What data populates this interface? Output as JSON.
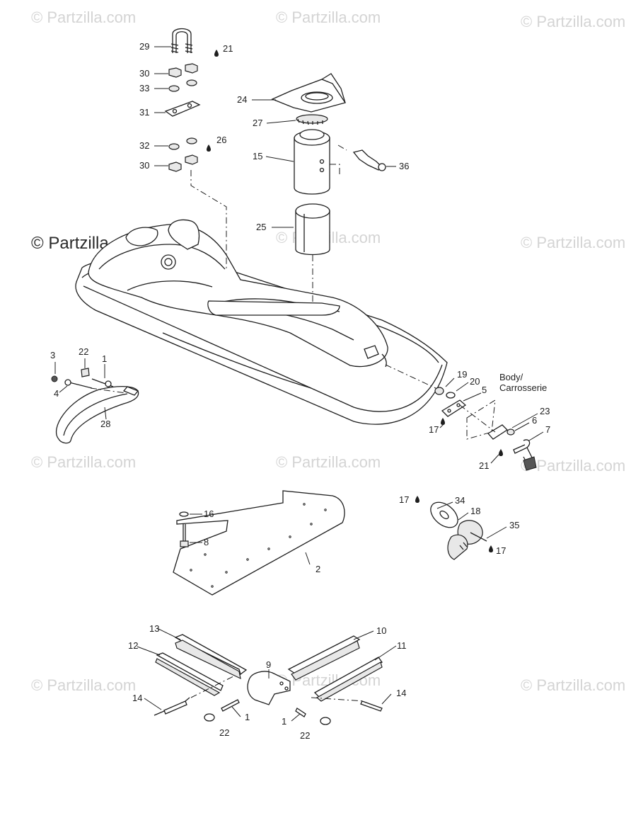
{
  "watermark": "© Partzilla.com",
  "body_label": {
    "line1": "Body/",
    "line2": "Carrosserie"
  },
  "callouts": [
    {
      "id": "c29",
      "text": "29"
    },
    {
      "id": "c21a",
      "text": "21"
    },
    {
      "id": "c30a",
      "text": "30"
    },
    {
      "id": "c33",
      "text": "33"
    },
    {
      "id": "c31",
      "text": "31"
    },
    {
      "id": "c32",
      "text": "32"
    },
    {
      "id": "c26",
      "text": "26"
    },
    {
      "id": "c30b",
      "text": "30"
    },
    {
      "id": "c24",
      "text": "24"
    },
    {
      "id": "c27",
      "text": "27"
    },
    {
      "id": "c15",
      "text": "15"
    },
    {
      "id": "c36",
      "text": "36"
    },
    {
      "id": "c25",
      "text": "25"
    },
    {
      "id": "c3",
      "text": "3"
    },
    {
      "id": "c22a",
      "text": "22"
    },
    {
      "id": "c1a",
      "text": "1"
    },
    {
      "id": "c4",
      "text": "4"
    },
    {
      "id": "c28",
      "text": "28"
    },
    {
      "id": "c19",
      "text": "19"
    },
    {
      "id": "c20",
      "text": "20"
    },
    {
      "id": "c5",
      "text": "5"
    },
    {
      "id": "c17a",
      "text": "17"
    },
    {
      "id": "c23",
      "text": "23"
    },
    {
      "id": "c6",
      "text": "6"
    },
    {
      "id": "c7",
      "text": "7"
    },
    {
      "id": "c21b",
      "text": "21"
    },
    {
      "id": "c16",
      "text": "16"
    },
    {
      "id": "c8",
      "text": "8"
    },
    {
      "id": "c2",
      "text": "2"
    },
    {
      "id": "c17b",
      "text": "17"
    },
    {
      "id": "c34",
      "text": "34"
    },
    {
      "id": "c18",
      "text": "18"
    },
    {
      "id": "c35",
      "text": "35"
    },
    {
      "id": "c17c",
      "text": "17"
    },
    {
      "id": "c13",
      "text": "13"
    },
    {
      "id": "c10",
      "text": "10"
    },
    {
      "id": "c12",
      "text": "12"
    },
    {
      "id": "c11",
      "text": "11"
    },
    {
      "id": "c9",
      "text": "9"
    },
    {
      "id": "c14a",
      "text": "14"
    },
    {
      "id": "c14b",
      "text": "14"
    },
    {
      "id": "c1b",
      "text": "1"
    },
    {
      "id": "c1c",
      "text": "1"
    },
    {
      "id": "c22b",
      "text": "22"
    },
    {
      "id": "c22c",
      "text": "22"
    }
  ]
}
